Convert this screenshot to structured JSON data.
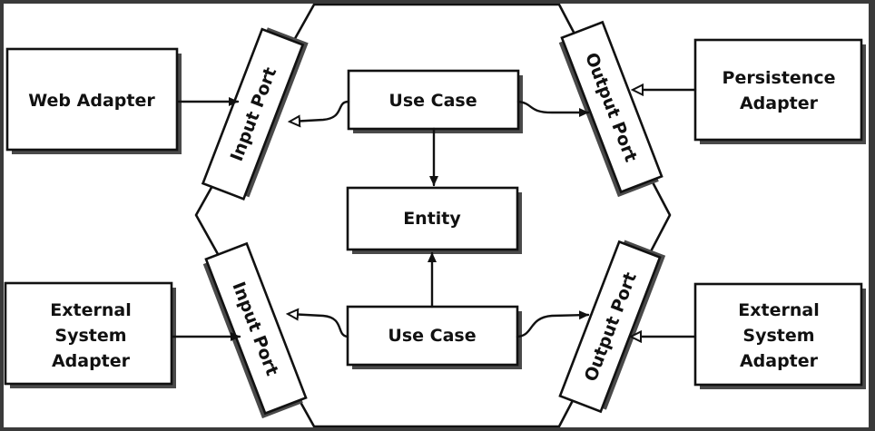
{
  "diagram": {
    "web_adapter": "Web Adapter",
    "persistence_adapter": [
      "Persistence",
      "Adapter"
    ],
    "external_adapter_left": [
      "External",
      "System",
      "Adapter"
    ],
    "external_adapter_right": [
      "External",
      "System",
      "Adapter"
    ],
    "input_port_top": "Input Port",
    "input_port_bottom": "Input Port",
    "output_port_top": "Output Port",
    "output_port_bottom": "Output Port",
    "use_case_top": "Use Case",
    "use_case_bottom": "Use Case",
    "entity": "Entity"
  }
}
